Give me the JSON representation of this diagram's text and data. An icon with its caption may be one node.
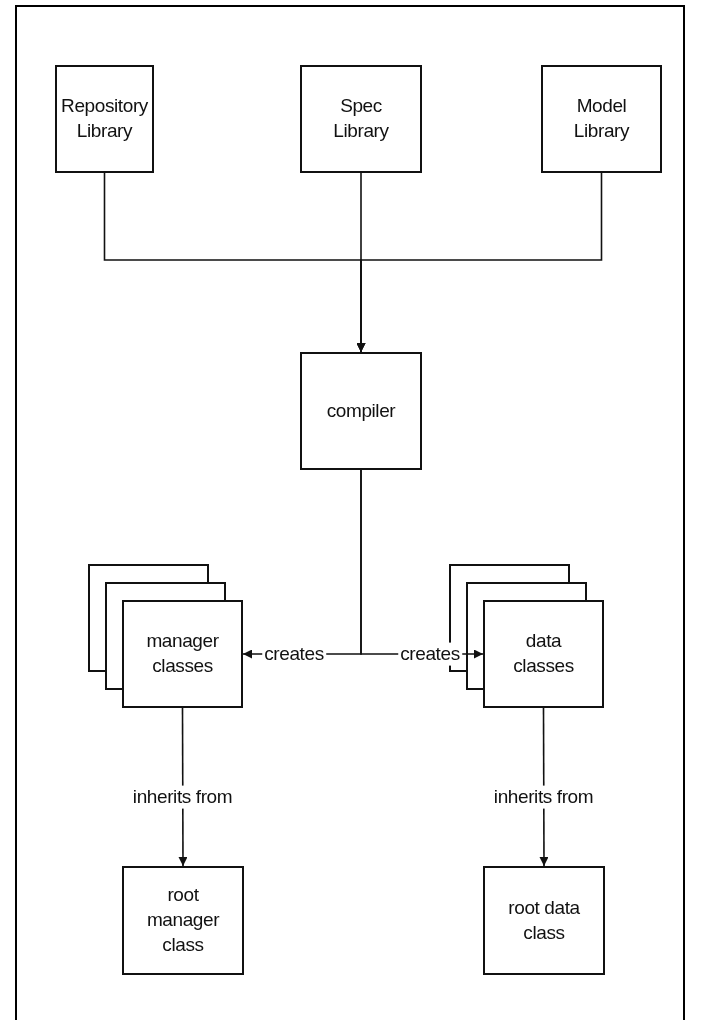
{
  "diagram": {
    "nodes": [
      {
        "text": [
          "Repository Library"
        ]
      },
      {
        "text": [
          "Spec Library"
        ]
      },
      {
        "text": [
          "Model Library"
        ]
      },
      {
        "text": [
          "compiler"
        ]
      },
      {
        "text": [
          "manager classes"
        ]
      },
      {
        "text": [
          "data classes"
        ]
      },
      {
        "text": [
          "root manager class"
        ]
      },
      {
        "text": [
          "root data class"
        ]
      }
    ],
    "edges": [
      {
        "from": 0,
        "to": 3,
        "arrow": "to"
      },
      {
        "from": 1,
        "to": 3,
        "arrow": "to"
      },
      {
        "from": 2,
        "to": 3,
        "arrow": "to"
      },
      {
        "from": 3,
        "to": 4,
        "arrow": "to",
        "label": "creates"
      },
      {
        "from": 3,
        "to": 5,
        "arrow": "to",
        "label": "creates"
      },
      {
        "from": 4,
        "to": 6,
        "arrow": "to",
        "label": "inherits from"
      },
      {
        "from": 5,
        "to": 7,
        "arrow": "to",
        "label": "inherits from"
      }
    ]
  }
}
